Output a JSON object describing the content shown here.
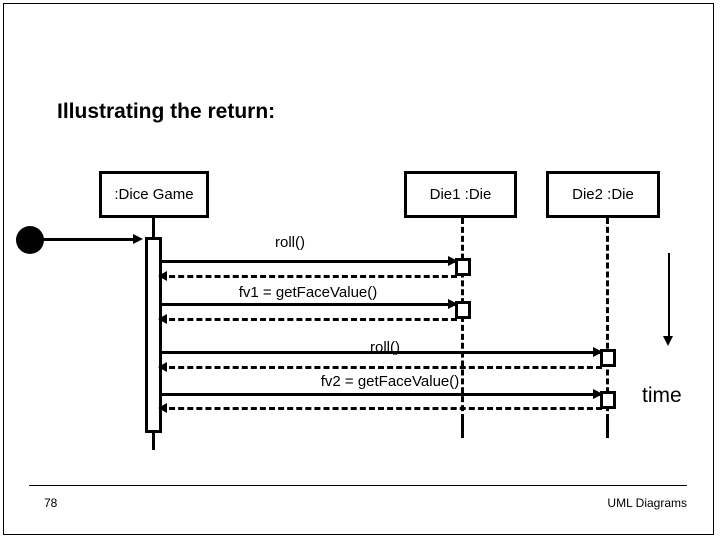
{
  "slide": {
    "title": "Illustrating the return:",
    "background_color": "#ffffff",
    "line_color": "#000000"
  },
  "diagram": {
    "type": "uml-sequence-diagram",
    "participants": [
      {
        "id": "dicegame",
        "label": ":Dice Game"
      },
      {
        "id": "die1",
        "label": "Die1 :Die"
      },
      {
        "id": "die2",
        "label": "Die2 :Die"
      }
    ],
    "start_marker": "filled-circle",
    "messages": [
      {
        "index": 0,
        "label": "",
        "from": "start",
        "to": "dicegame",
        "kind": "found-call",
        "style": "solid"
      },
      {
        "index": 1,
        "label": "roll()",
        "from": "dicegame",
        "to": "die1",
        "kind": "call",
        "style": "solid"
      },
      {
        "index": 2,
        "label": "",
        "from": "die1",
        "to": "dicegame",
        "kind": "return",
        "style": "dashed"
      },
      {
        "index": 3,
        "label": "fv1 = getFaceValue()",
        "from": "dicegame",
        "to": "die1",
        "kind": "call",
        "style": "solid"
      },
      {
        "index": 4,
        "label": "",
        "from": "die1",
        "to": "dicegame",
        "kind": "return",
        "style": "dashed"
      },
      {
        "index": 5,
        "label": "roll()",
        "from": "dicegame",
        "to": "die2",
        "kind": "call",
        "style": "solid"
      },
      {
        "index": 6,
        "label": "",
        "from": "die2",
        "to": "dicegame",
        "kind": "return",
        "style": "dashed"
      },
      {
        "index": 7,
        "label": "fv2 = getFaceValue()",
        "from": "dicegame",
        "to": "die2",
        "kind": "call",
        "style": "solid"
      },
      {
        "index": 8,
        "label": "",
        "from": "die2",
        "to": "dicegame",
        "kind": "return",
        "style": "dashed"
      }
    ],
    "time_axis": {
      "label": "time",
      "direction": "downward"
    }
  },
  "footer": {
    "page_number": "78",
    "section": "UML Diagrams"
  }
}
